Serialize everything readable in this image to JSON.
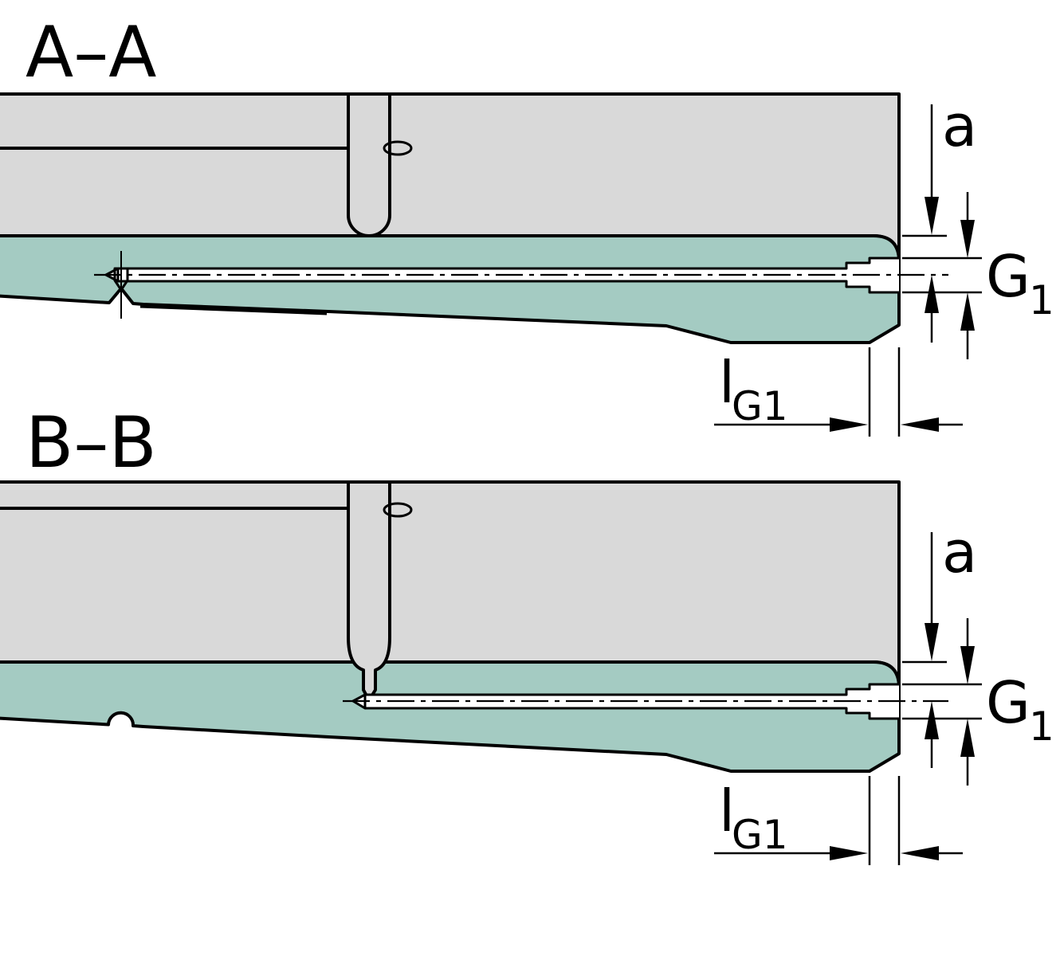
{
  "drawing": {
    "sections": [
      {
        "id": "A",
        "label": "A–A"
      },
      {
        "id": "B",
        "label": "B–B"
      }
    ],
    "dim_labels": {
      "a": "a",
      "g_main": "G",
      "g_sub": "1",
      "l_main": "l",
      "l_sub": "G1"
    },
    "colors": {
      "body_gray": "#d9d9d9",
      "insert_teal": "#a4cbc2",
      "bore_white": "#ffffff",
      "line_black": "#000000",
      "background": "#ffffff"
    }
  }
}
